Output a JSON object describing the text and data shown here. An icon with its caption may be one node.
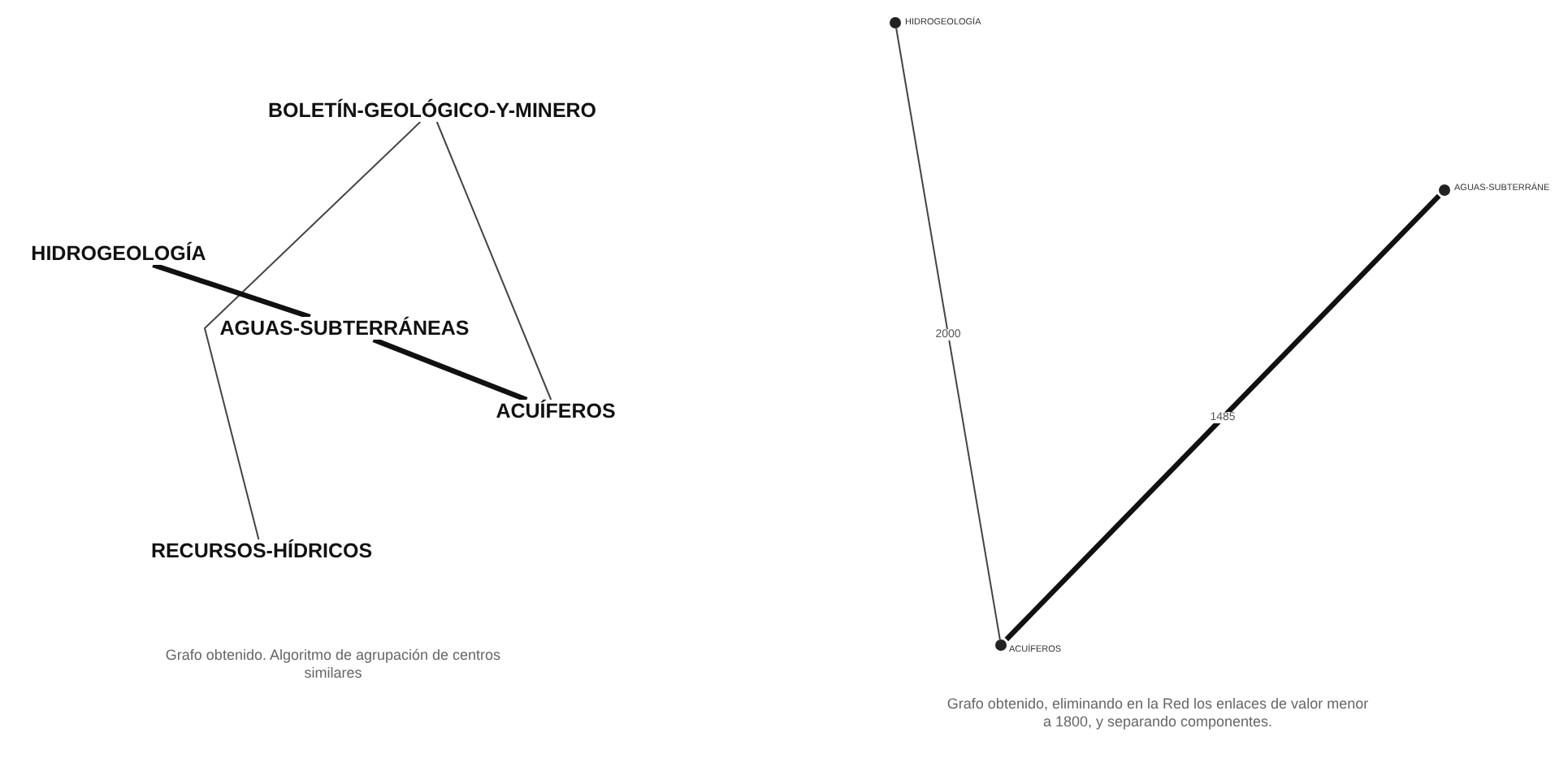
{
  "diagram": {
    "nodes": [
      {
        "text": [
          "BOLETÍN-GEOLÓGICO-Y-MINERO"
        ]
      },
      {
        "text": [
          "HIDROGEOLOGÍA"
        ]
      },
      {
        "text": [
          "AGUAS-SUBTERRÁNEAS"
        ]
      },
      {
        "text": [
          "ACUÍFEROS"
        ]
      },
      {
        "text": [
          "RECURSOS-HÍDRICOS"
        ]
      },
      {
        "text": [],
        "shape": "circle",
        "beside": [
          "HIDROGEOLOGÍA"
        ]
      },
      {
        "text": [],
        "shape": "circle",
        "beside": [
          "AGUAS-SUBTERRÁNE"
        ]
      },
      {
        "text": [],
        "shape": "circle",
        "beside": [
          "ACUÍFEROS"
        ]
      }
    ],
    "edges": [
      {
        "from": 0,
        "to": 4,
        "arrow": "none"
      },
      {
        "from": 0,
        "to": 3,
        "arrow": "none"
      },
      {
        "from": 1,
        "to": 2,
        "arrow": "none",
        "style": "thick"
      },
      {
        "from": 2,
        "to": 3,
        "arrow": "none",
        "style": "thick"
      },
      {
        "from": 5,
        "to": 7,
        "arrow": "none",
        "label": "2000"
      },
      {
        "from": 6,
        "to": 7,
        "arrow": "none",
        "label": "1485",
        "style": "thick"
      }
    ],
    "labels": [
      "Grafo obtenido. Algoritmo de agrupación de centros similares",
      "Grafo obtenido, eliminando en la Red los enlaces de valor menor a 1800, y separando componentes."
    ]
  }
}
